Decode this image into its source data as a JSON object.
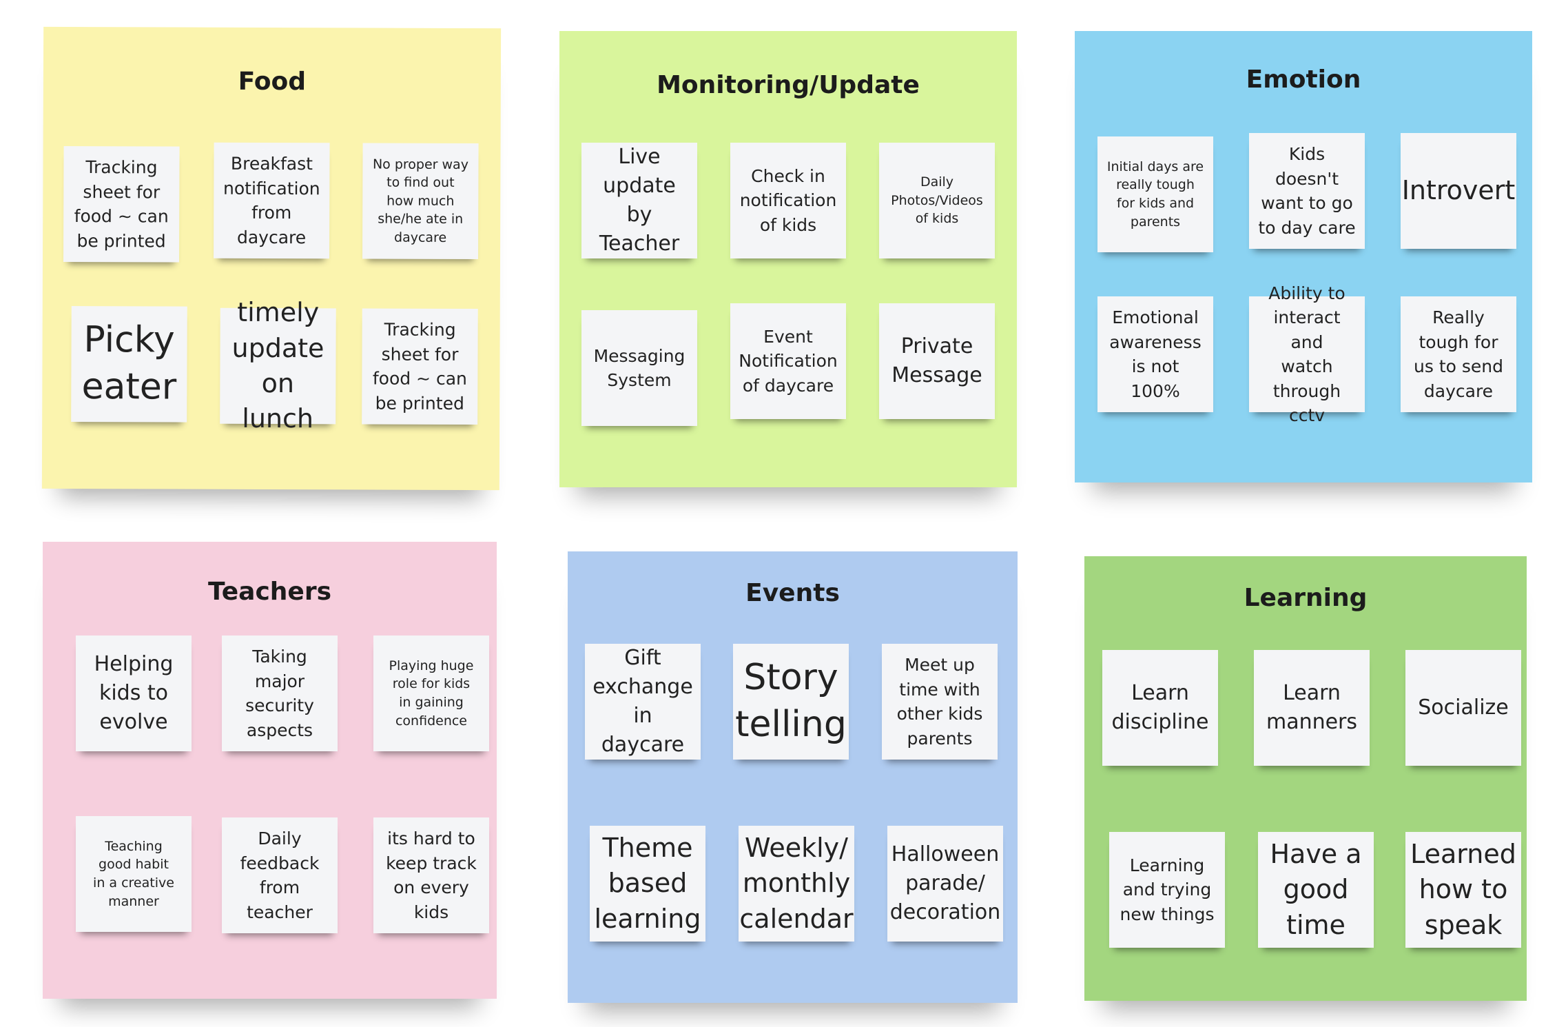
{
  "clusters": {
    "food": {
      "title": "Food",
      "color": "#fbf4ae",
      "notes": [
        "Tracking\nsheet for\nfood ~ can\nbe printed",
        "Breakfast\nnotification\nfrom\ndaycare",
        "No proper way\nto find out\nhow much\nshe/he  ate in\ndaycare",
        "Picky\neater",
        "timely\nupdate\non lunch",
        "Tracking\nsheet for\nfood ~ can\nbe printed"
      ]
    },
    "monitoring": {
      "title": "Monitoring/Update",
      "color": "#d9f59c",
      "notes": [
        "Live\nupdate by\nTeacher",
        "Check in\nnotification\nof kids",
        "Daily\nPhotos/Videos\nof kids",
        "Messaging\nSystem",
        "Event\nNotification\nof daycare",
        "Private\nMessage"
      ]
    },
    "emotion": {
      "title": "Emotion",
      "color": "#8bd3f2",
      "notes": [
        "Initial days are\nreally tough\nfor kids and\nparents",
        "Kids\ndoesn't\nwant to go\nto day care",
        "Introvert",
        "Emotional\nawareness\nis not 100%",
        "Ability to\ninteract and\nwatch\nthrough cctv",
        "Really\ntough for\nus to send\ndaycare"
      ]
    },
    "teachers": {
      "title": "Teachers",
      "color": "#f6cfdd",
      "notes": [
        "Helping\nkids to\nevolve",
        "Taking\nmajor\nsecurity\naspects",
        "Playing huge\nrole for kids\nin gaining\nconfidence",
        "Teaching\ngood habit\nin a creative\nmanner",
        "Daily\nfeedback\nfrom\nteacher",
        "its hard to\nkeep track\non every\nkids"
      ]
    },
    "events": {
      "title": "Events",
      "color": "#afcbf0",
      "notes": [
        "Gift\nexchange\nin daycare",
        "Story\ntelling",
        "Meet up\ntime with\nother kids\nparents",
        "Theme\nbased\nlearning",
        "Weekly/\nmonthly\ncalendar",
        "Halloween\nparade/\ndecoration"
      ]
    },
    "learning": {
      "title": "Learning",
      "color": "#a3d67f",
      "notes": [
        "Learn\ndiscipline",
        "Learn\nmanners",
        "Socialize",
        "Learning\nand trying\nnew things",
        "Have a\ngood\ntime",
        "Learned\nhow to\nspeak"
      ]
    }
  }
}
